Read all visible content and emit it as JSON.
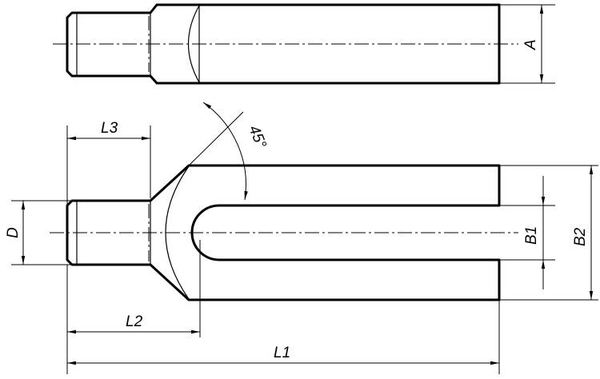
{
  "labels": {
    "A": "A",
    "L3": "L3",
    "angle": "45°",
    "D": "D",
    "B1": "B1",
    "B2": "B2",
    "L2": "L2",
    "L1": "L1"
  }
}
